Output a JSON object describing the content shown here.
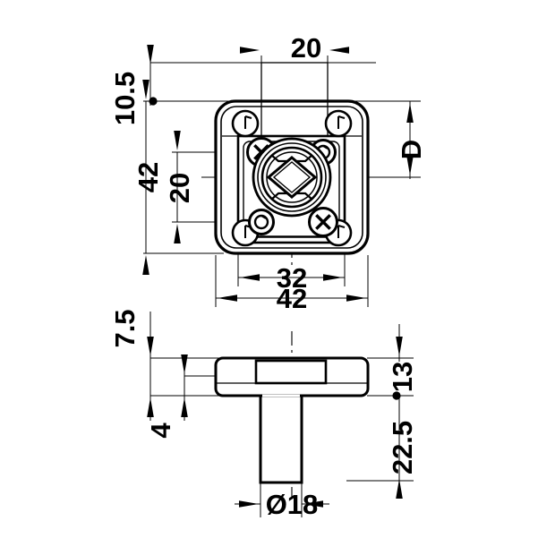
{
  "drawing": {
    "type": "technical-drawing",
    "subject": "cabinet-cam-lock",
    "background_color": "#ffffff",
    "line_color": "#000000",
    "views": [
      {
        "name": "front-view",
        "description": "Square lock escutcheon with rounded corners, four corner mounting holes, two cross-slot screws, two pin holes and a central round cylinder with diamond keyway"
      },
      {
        "name": "side-view",
        "description": "T-shaped section: rectangular flange body with inner recess and a cylindrical barrel below"
      }
    ]
  },
  "dimensions": {
    "top_width": "20",
    "top_offset": "10.5",
    "overall_height": "42",
    "hole_spacing_vertical": "20",
    "depth_label": "D",
    "hole_spacing_horizontal": "32",
    "overall_width": "42",
    "flange_offset": "7.5",
    "recess_height": "4",
    "flange_thickness": "13",
    "barrel_length": "22.5",
    "barrel_diameter": "Ø18"
  }
}
